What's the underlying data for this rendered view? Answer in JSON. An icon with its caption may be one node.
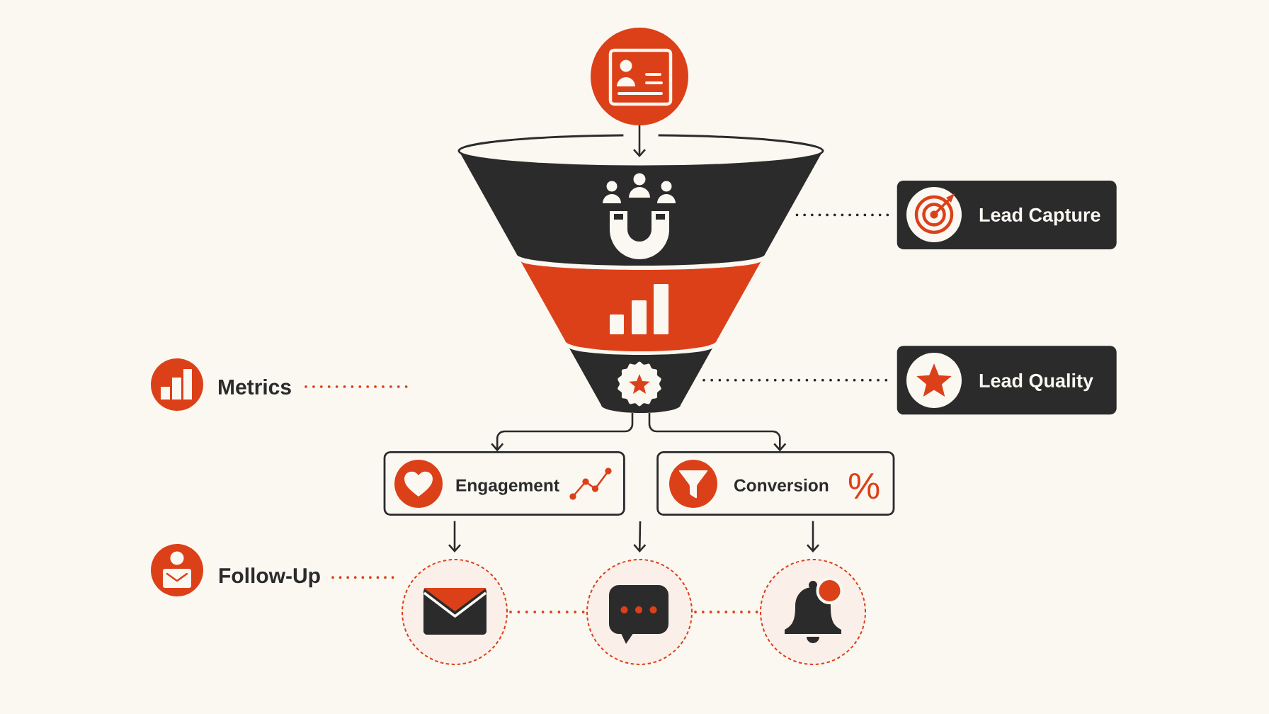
{
  "diagram": {
    "nodes": [
      {
        "text": [],
        "shape": "circle"
      },
      {
        "text": [],
        "shape": "trapezoid"
      },
      {
        "text": [],
        "shape": "trapezoid"
      },
      {
        "text": [],
        "shape": "trapezoid"
      },
      {
        "text": [
          "Lead Capture"
        ]
      },
      {
        "text": [
          "Metrics"
        ]
      },
      {
        "text": [
          "Lead Quality"
        ]
      },
      {
        "text": [
          "Engagement"
        ]
      },
      {
        "text": [
          "Conversion",
          "%"
        ]
      },
      {
        "text": [
          "Follow-Up"
        ]
      },
      {
        "text": [],
        "shape": "circle"
      },
      {
        "text": [],
        "shape": "circle"
      },
      {
        "text": [],
        "shape": "circle"
      }
    ],
    "edges": [
      {
        "from": 0,
        "to": 1,
        "arrow": "to"
      },
      {
        "from": 1,
        "to": 4,
        "arrow": "none",
        "style": "dashed"
      },
      {
        "from": 5,
        "to": null,
        "arrow": "none",
        "style": "dashed",
        "color": "#dc4019"
      },
      {
        "from": 3,
        "to": 6,
        "arrow": "none",
        "style": "dashed"
      },
      {
        "from": 3,
        "to": 7,
        "arrow": "to"
      },
      {
        "from": 3,
        "to": 8,
        "arrow": "to"
      },
      {
        "from": 7,
        "to": 10,
        "arrow": "to"
      },
      {
        "from": null,
        "to": 11,
        "arrow": "to"
      },
      {
        "from": 8,
        "to": 12,
        "arrow": "to"
      },
      {
        "from": 9,
        "to": 10,
        "arrow": "none",
        "style": "dashed",
        "color": "#dc4019"
      },
      {
        "from": 10,
        "to": 11,
        "arrow": "none",
        "style": "dashed",
        "color": "#dc4019"
      },
      {
        "from": 11,
        "to": 12,
        "arrow": "none",
        "style": "dashed",
        "color": "#dc4019"
      }
    ]
  }
}
